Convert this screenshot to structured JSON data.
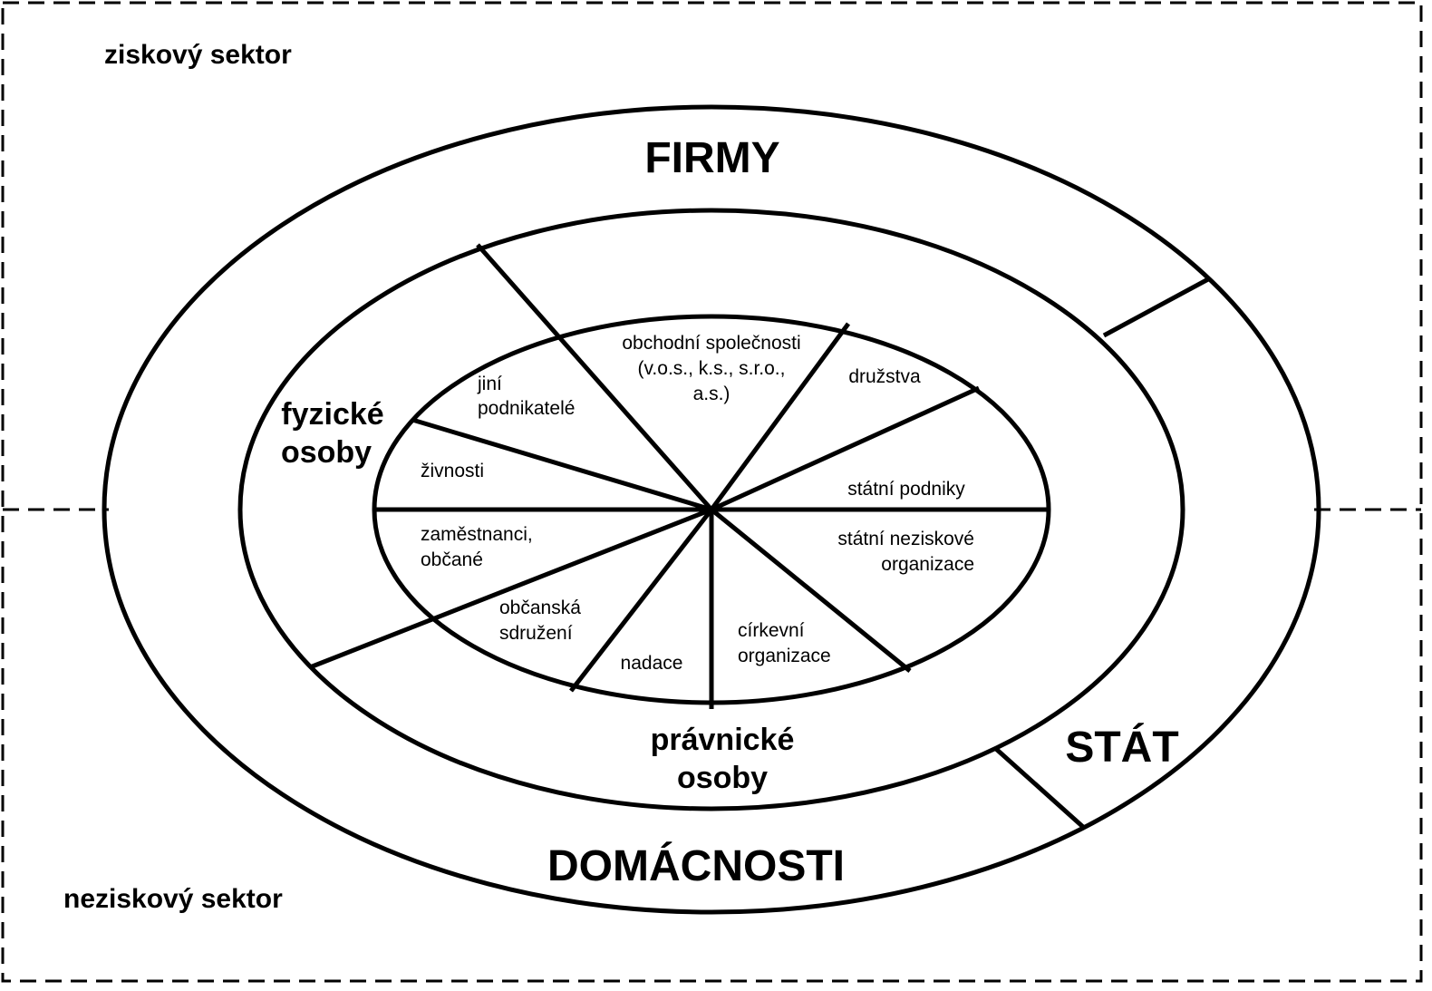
{
  "sectors": {
    "profit": "ziskový sektor",
    "nonprofit": "neziskový sektor"
  },
  "outer_ring": {
    "firms": "FIRMY",
    "state": "STÁT",
    "households": "DOMÁCNOSTI"
  },
  "middle_ring": {
    "natural_persons": [
      "fyzické",
      "osoby"
    ],
    "legal_persons": [
      "právnické",
      "osoby"
    ]
  },
  "inner_segments": {
    "other_entrepreneurs": [
      "jiní",
      "podnikatelé"
    ],
    "trade_companies": [
      "obchodní společnosti",
      "(v.o.s., k.s., s.r.o.,",
      "a.s.)"
    ],
    "cooperatives": "družstva",
    "tradesmen": "živnosti",
    "state_enterprises": "státní podniky",
    "employees_citizens": [
      "zaměstnanci,",
      "občané"
    ],
    "state_nonprofits": [
      "státní neziskové",
      "organizace"
    ],
    "civic_associations": [
      "občanská",
      "sdružení"
    ],
    "foundations": "nadace",
    "church_organizations": [
      "církevní",
      "organizace"
    ]
  }
}
